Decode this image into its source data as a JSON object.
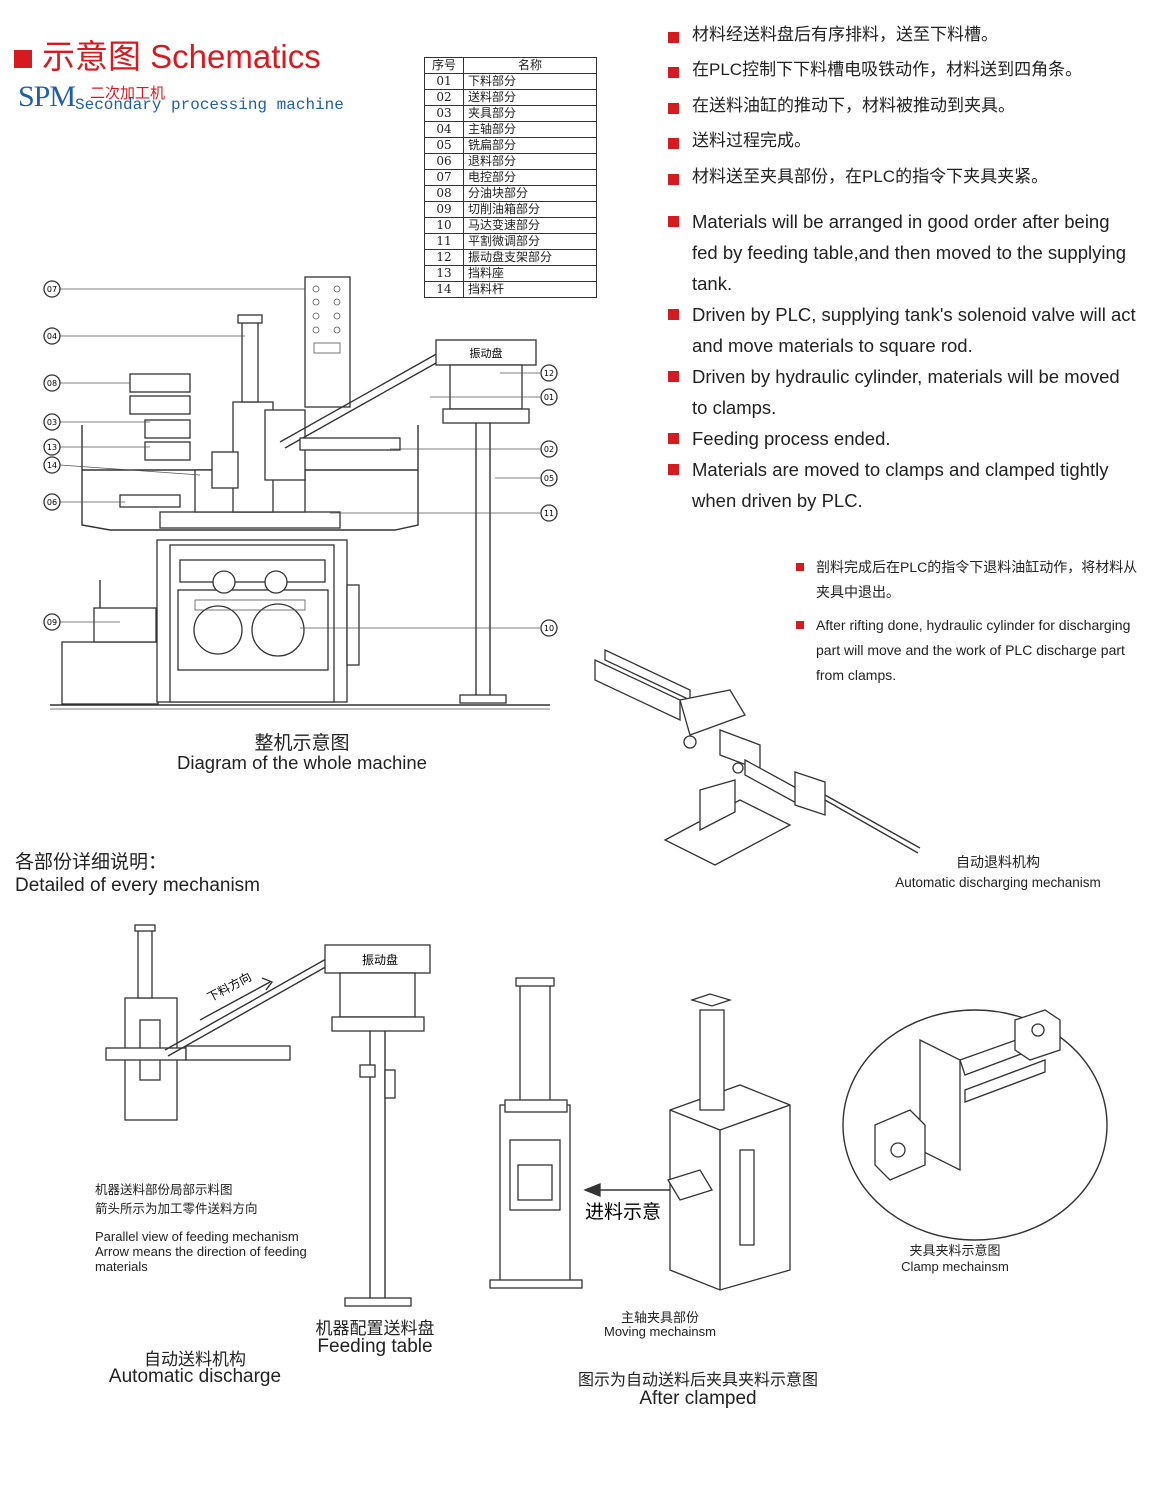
{
  "header": {
    "title_mark": "■",
    "title_cn": "示意图",
    "title_en": "Schematics",
    "spm": "SPM",
    "spm_cn": "二次加工机",
    "spm_en": "Secondary processing machine"
  },
  "parts_table": {
    "col_no": "序号",
    "col_name": "名称",
    "rows": [
      {
        "no": "01",
        "name": "下料部分"
      },
      {
        "no": "02",
        "name": "送料部分"
      },
      {
        "no": "03",
        "name": "夹具部分"
      },
      {
        "no": "04",
        "name": "主轴部分"
      },
      {
        "no": "05",
        "name": "铣扁部分"
      },
      {
        "no": "06",
        "name": "退料部分"
      },
      {
        "no": "07",
        "name": "电控部分"
      },
      {
        "no": "08",
        "name": "分油块部分"
      },
      {
        "no": "09",
        "name": "切削油箱部分"
      },
      {
        "no": "10",
        "name": "马达变速部分"
      },
      {
        "no": "11",
        "name": "平割微调部分"
      },
      {
        "no": "12",
        "name": "振动盘支架部分"
      },
      {
        "no": "13",
        "name": "挡料座"
      },
      {
        "no": "14",
        "name": "挡料杆"
      }
    ]
  },
  "bullets_cn": [
    "材料经送料盘后有序排料，送至下料槽。",
    "在PLC控制下下料槽电吸铁动作，材料送到四角条。",
    "在送料油缸的推动下，材料被推动到夹具。",
    "送料过程完成。",
    "材料送至夹具部份，在PLC的指令下夹具夹紧。"
  ],
  "bullets_en": [
    "Materials will be arranged in good order after being fed by feeding table,and then moved to the supplying tank.",
    "Driven by PLC, supplying tank's solenoid valve will act and move materials to square rod.",
    "Driven by hydraulic cylinder, materials will be moved to clamps.",
    "Feeding process ended.",
    "Materials are moved to clamps and clamped tightly when driven by PLC."
  ],
  "discharge_notes": [
    "剖料完成后在PLC的指令下退料油缸动作，将材料从夹具中退出。",
    "After rifting done, hydraulic cylinder for discharging part will move and the work of PLC discharge part from clamps."
  ],
  "callouts_left": [
    "07",
    "04",
    "08",
    "03",
    "13",
    "14",
    "06",
    "09"
  ],
  "callouts_right": [
    "12",
    "01",
    "02",
    "05",
    "11",
    "10"
  ],
  "captions": {
    "whole_cn": "整机示意图",
    "whole_en": "Diagram of the whole machine",
    "auto_discharge_cn": "自动退料机构",
    "auto_discharge_en": "Automatic discharging mechanism",
    "detail_cn": "各部份详细说明：",
    "detail_en": "Detailed of every mechanism",
    "feed_dir_label": "下料方向",
    "vibration_plate": "振动盘",
    "parallel_cn_1": "机器送料部份局部示料图",
    "parallel_cn_2": "箭头所示为加工零件送料方向",
    "parallel_en": "Parallel view of feeding mechanism Arrow means the direction of feeding materials",
    "feeding_table_cn": "机器配置送料盘",
    "feeding_table_en": "Feeding table",
    "auto_feed_cn": "自动送料机构",
    "auto_feed_en": "Automatic discharge",
    "feed_in": "进料示意",
    "moving_cn": "主轴夹具部份",
    "moving_en": "Moving mechainsm",
    "clamp_cn": "夹具夹料示意图",
    "clamp_en": "Clamp mechainsm",
    "after_cn": "图示为自动送料后夹具夹料示意图",
    "after_en": "After clamped"
  },
  "colors": {
    "accent": "#d71920",
    "brand_blue": "#1f5fa8"
  }
}
